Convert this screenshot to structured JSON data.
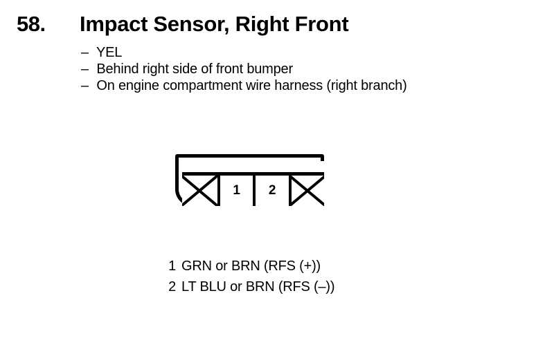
{
  "page": {
    "background_color": "#ffffff",
    "text_color": "#000000"
  },
  "header": {
    "item_number": "58.",
    "title": "Impact Sensor, Right Front"
  },
  "attributes": {
    "dash": "–",
    "items": [
      "YEL",
      "Behind right side of front bumper",
      "On engine compartment wire harness (right branch)"
    ]
  },
  "connector": {
    "shape": "connector-outline",
    "cavity_count": 4,
    "cavities": [
      {
        "type": "blank",
        "label": "",
        "marker": "x-mark"
      },
      {
        "type": "pin",
        "label": "1",
        "marker": ""
      },
      {
        "type": "pin",
        "label": "2",
        "marker": ""
      },
      {
        "type": "blank",
        "label": "",
        "marker": "x-mark"
      }
    ]
  },
  "pin_legend": [
    {
      "number": "1",
      "description": "GRN or BRN (RFS (+))"
    },
    {
      "number": "2",
      "description": "LT BLU or BRN (RFS (–))"
    }
  ]
}
